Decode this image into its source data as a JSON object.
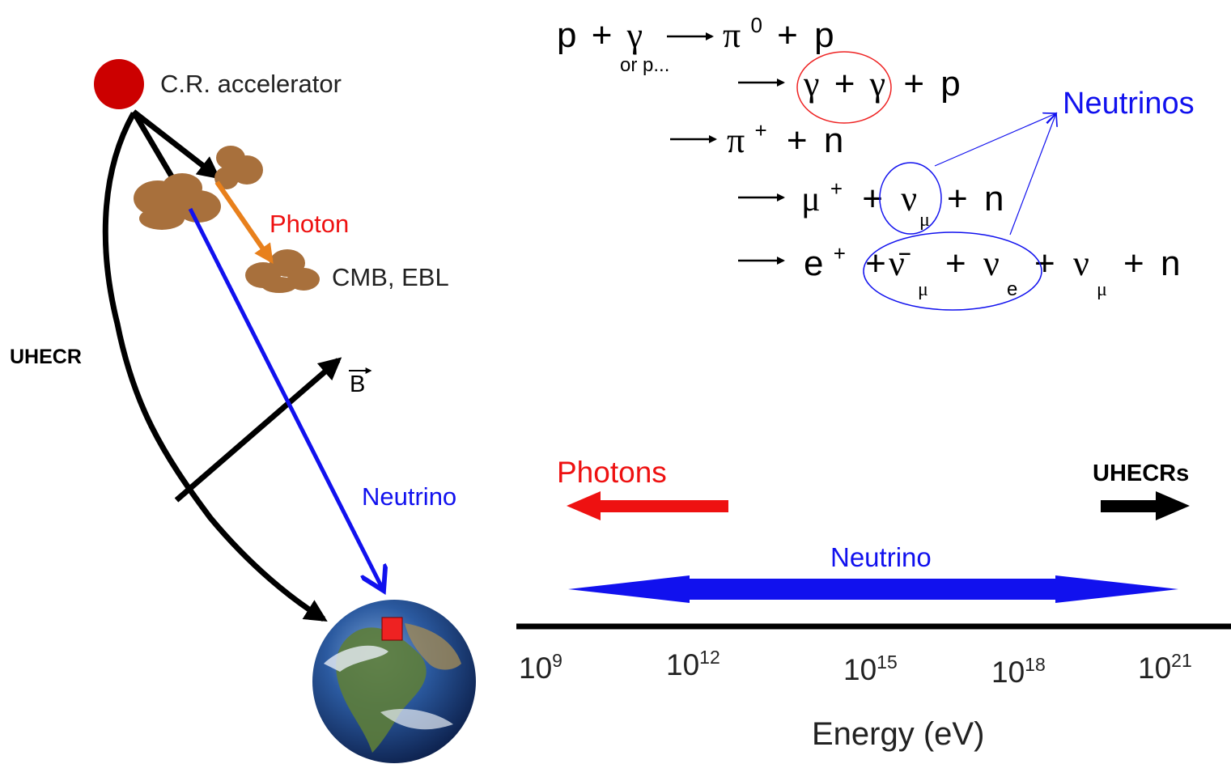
{
  "left_diagram": {
    "source_label": "C.R. accelerator",
    "photon_label": "Photon",
    "target_label": "CMB, EBL",
    "uhecr_label": "UHECR",
    "field_label": "B",
    "neutrino_label": "Neutrino"
  },
  "reactions": {
    "line1": {
      "p": "p",
      "plus": "+",
      "gamma": "γ",
      "pi": "π",
      "pi_sup": "0",
      "plus2": "+",
      "p2": "p",
      "under": "or p..."
    },
    "line2": {
      "g1": "γ",
      "plus": "+",
      "g2": "γ",
      "plus2": "+",
      "p": "p"
    },
    "line3": {
      "pi": "π",
      "sup": "+",
      "plus": "+",
      "n": "n"
    },
    "line4": {
      "mu": "μ",
      "mu_sup": "+",
      "plus": "+",
      "nu": "ν",
      "nu_sub": "μ",
      "plus2": "+",
      "n": "n"
    },
    "line5": {
      "e": "e",
      "e_sup": "+",
      "plus": "+",
      "nubar": "ν̄",
      "nubar_sub": "μ",
      "plus2": "+",
      "nue": "ν",
      "nue_sub": "e",
      "plus3": "+",
      "numu": "ν",
      "numu_sub": "μ",
      "plus4": "+",
      "n": "n"
    },
    "neutrinos_label": "Neutrinos"
  },
  "energy_axis": {
    "photons_label": "Photons",
    "uhecrs_label": "UHECRs",
    "neutrino_label": "Neutrino",
    "axis_label": "Energy (eV)",
    "ticks": [
      {
        "base": "10",
        "exp": "9"
      },
      {
        "base": "10",
        "exp": "12"
      },
      {
        "base": "10",
        "exp": "15"
      },
      {
        "base": "10",
        "exp": "18"
      },
      {
        "base": "10",
        "exp": "21"
      }
    ]
  },
  "colors": {
    "red": "#ee1111",
    "blue": "#1111ee",
    "black": "#000000",
    "orange": "#e8801c",
    "cloud": "#a8703c",
    "source": "#cc0000"
  }
}
